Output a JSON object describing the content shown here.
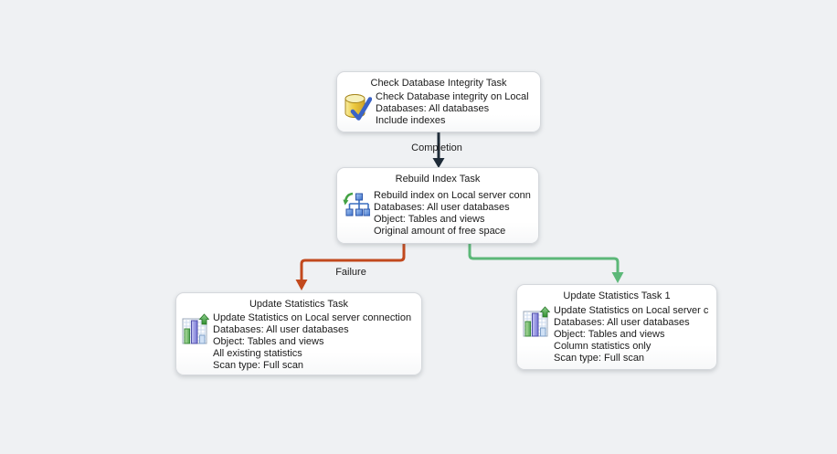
{
  "canvas": {
    "background_color": "#eff1f3",
    "kind": "maintenance-plan-design-surface"
  },
  "tasks": [
    {
      "id": "check-database-integrity",
      "title": "Check Database Integrity Task",
      "icon": "database-check-icon",
      "lines": [
        "Check Database integrity on Local",
        "Databases: All databases",
        "Include indexes"
      ]
    },
    {
      "id": "rebuild-index",
      "title": "Rebuild Index Task",
      "icon": "rebuild-index-icon",
      "lines": [
        "Rebuild index on Local server conn",
        "Databases: All user databases",
        "Object: Tables and views",
        "Original amount of free space"
      ]
    },
    {
      "id": "update-statistics",
      "title": "Update Statistics Task",
      "icon": "update-statistics-icon",
      "lines": [
        "Update Statistics on Local server connection",
        "Databases: All user databases",
        "Object: Tables and views",
        "All existing statistics",
        "Scan type: Full scan"
      ]
    },
    {
      "id": "update-statistics-1",
      "title": "Update Statistics Task 1",
      "icon": "update-statistics-icon",
      "lines": [
        "Update Statistics on Local server c",
        "Databases: All user databases",
        "Object: Tables and views",
        "Column statistics only",
        "Scan type: Full scan"
      ]
    }
  ],
  "connectors": [
    {
      "type": "completion",
      "label": "Completion",
      "color": "#1e2b38",
      "from": "Check Database Integrity Task",
      "to": "Rebuild Index Task"
    },
    {
      "type": "failure",
      "label": "Failure",
      "color": "#c2491d",
      "from": "Rebuild Index Task",
      "to": "Update Statistics Task"
    },
    {
      "type": "success",
      "label": "",
      "color": "#5cb878",
      "from": "Rebuild Index Task",
      "to": "Update Statistics Task 1"
    }
  ]
}
